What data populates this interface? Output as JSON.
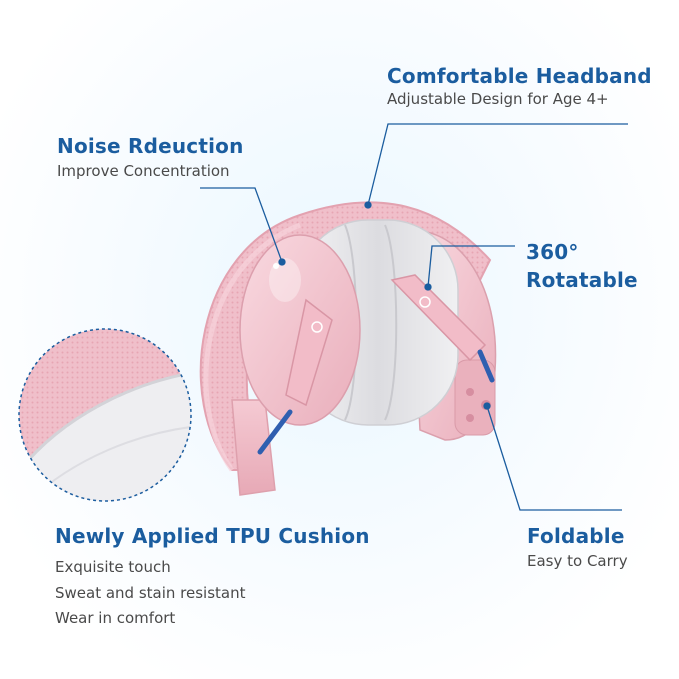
{
  "colors": {
    "accent": "#1b5d9f",
    "pink": "#f3c4cf",
    "gray_cushion": "#e4e4e8",
    "text": "#4a4a4a"
  },
  "callouts": {
    "noise": {
      "title": "Noise Rdeuction",
      "subtitle": "Improve Concentration"
    },
    "headband": {
      "title": "Comfortable Headband",
      "subtitle": "Adjustable Design for Age 4+"
    },
    "rotatable": {
      "title_line1": "360°",
      "title_line2": "Rotatable"
    },
    "foldable": {
      "title": "Foldable",
      "subtitle": "Easy to Carry"
    },
    "cushion": {
      "title": "Newly Applied TPU Cushion",
      "features": [
        "Exquisite touch",
        "Sweat and stain resistant",
        "Wear in comfort"
      ]
    }
  }
}
